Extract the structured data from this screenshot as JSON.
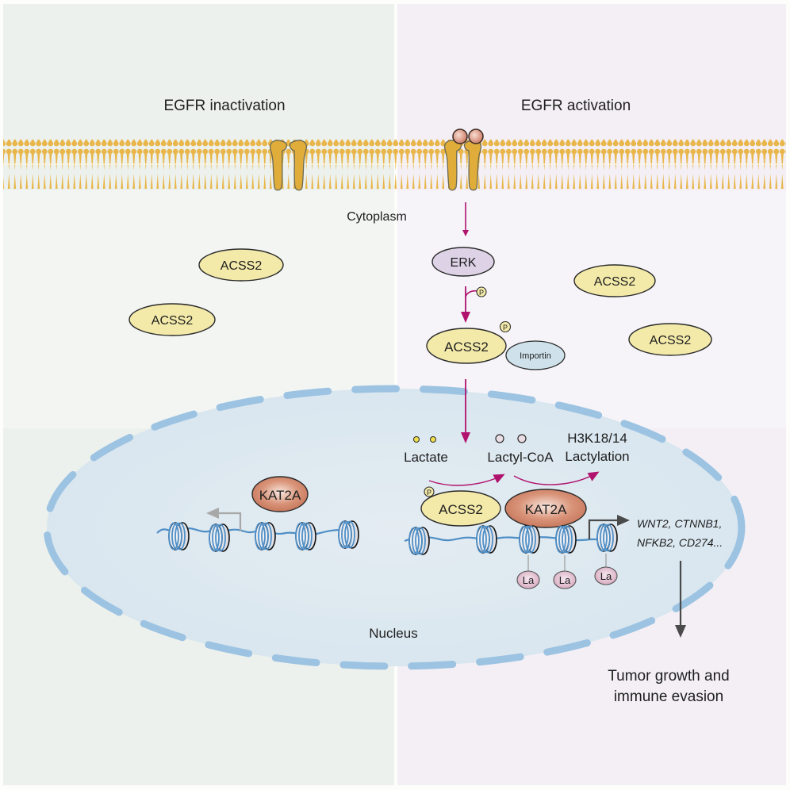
{
  "panels": {
    "left": {
      "title": "EGFR inactivation",
      "bg": "#edf1ed"
    },
    "right": {
      "title": "EGFR activation",
      "bg": "#f3eff5"
    }
  },
  "compartments": {
    "cytoplasm": "Cytoplasm",
    "nucleus": "Nucleus"
  },
  "left_panel": {
    "acss2_1": "ACSS2",
    "acss2_2": "ACSS2",
    "kat2a": "KAT2A"
  },
  "right_panel": {
    "erk": "ERK",
    "phospho": "P",
    "acss2_importin": "ACSS2",
    "importin": "Importin",
    "acss2_free_1": "ACSS2",
    "acss2_free_2": "ACSS2",
    "lactate": "Lactate",
    "lactyl_coa": "Lactyl-CoA",
    "lactylation_line1": "H3K18/14",
    "lactylation_line2": "Lactylation",
    "acss2_nuclear": "ACSS2",
    "kat2a_nuclear": "KAT2A",
    "la_marks": [
      "La",
      "La",
      "La"
    ],
    "genes_line1": "WNT2, CTNNB1,",
    "genes_line2": "NFKB2, CD274...",
    "outcome_line1": "Tumor growth and",
    "outcome_line2": "immune evasion"
  },
  "colors": {
    "membrane": "#e8b64a",
    "receptor": "#e0ac3a",
    "ligand": "#d98a74",
    "acss2": "#f3eaaa",
    "erk": "#ddd2e6",
    "importin": "#cfe2ec",
    "kat2a": "#cf8266",
    "la": "#dcb4c8",
    "nucleus_fill": "#dde8f0",
    "nucleus_border": "#9dc3e2",
    "dna": "#4f8fc7",
    "arrow_magenta": "#b0126e",
    "arrow_dark": "#4a4a4a",
    "arrow_gray": "#a8a8a8"
  }
}
